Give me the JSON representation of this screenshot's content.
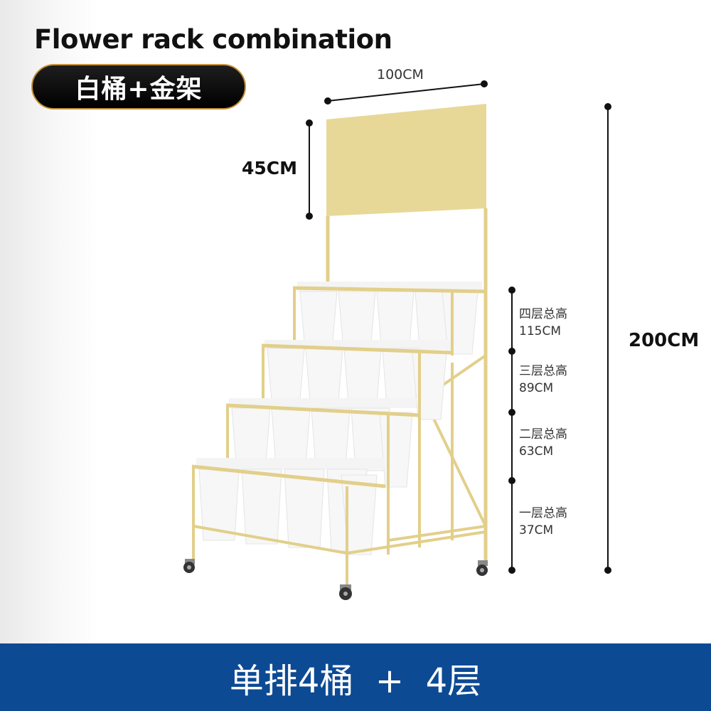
{
  "title": "Flower rack combination",
  "badge": "白桶+金架",
  "dimensions": {
    "width": "100CM",
    "sign_height": "45CM",
    "total_height": "200CM",
    "tiers": [
      {
        "label": "四层总高",
        "value": "115CM"
      },
      {
        "label": "三层总高",
        "value": "89CM"
      },
      {
        "label": "二层总高",
        "value": "63CM"
      },
      {
        "label": "一层总高",
        "value": "37CM"
      }
    ]
  },
  "footer": "单排4桶  +  4层",
  "colors": {
    "gold": "#e6d59a",
    "frame": "#e2cf8a",
    "footer": "#0d4a94",
    "badge_border": "#c7913a"
  }
}
